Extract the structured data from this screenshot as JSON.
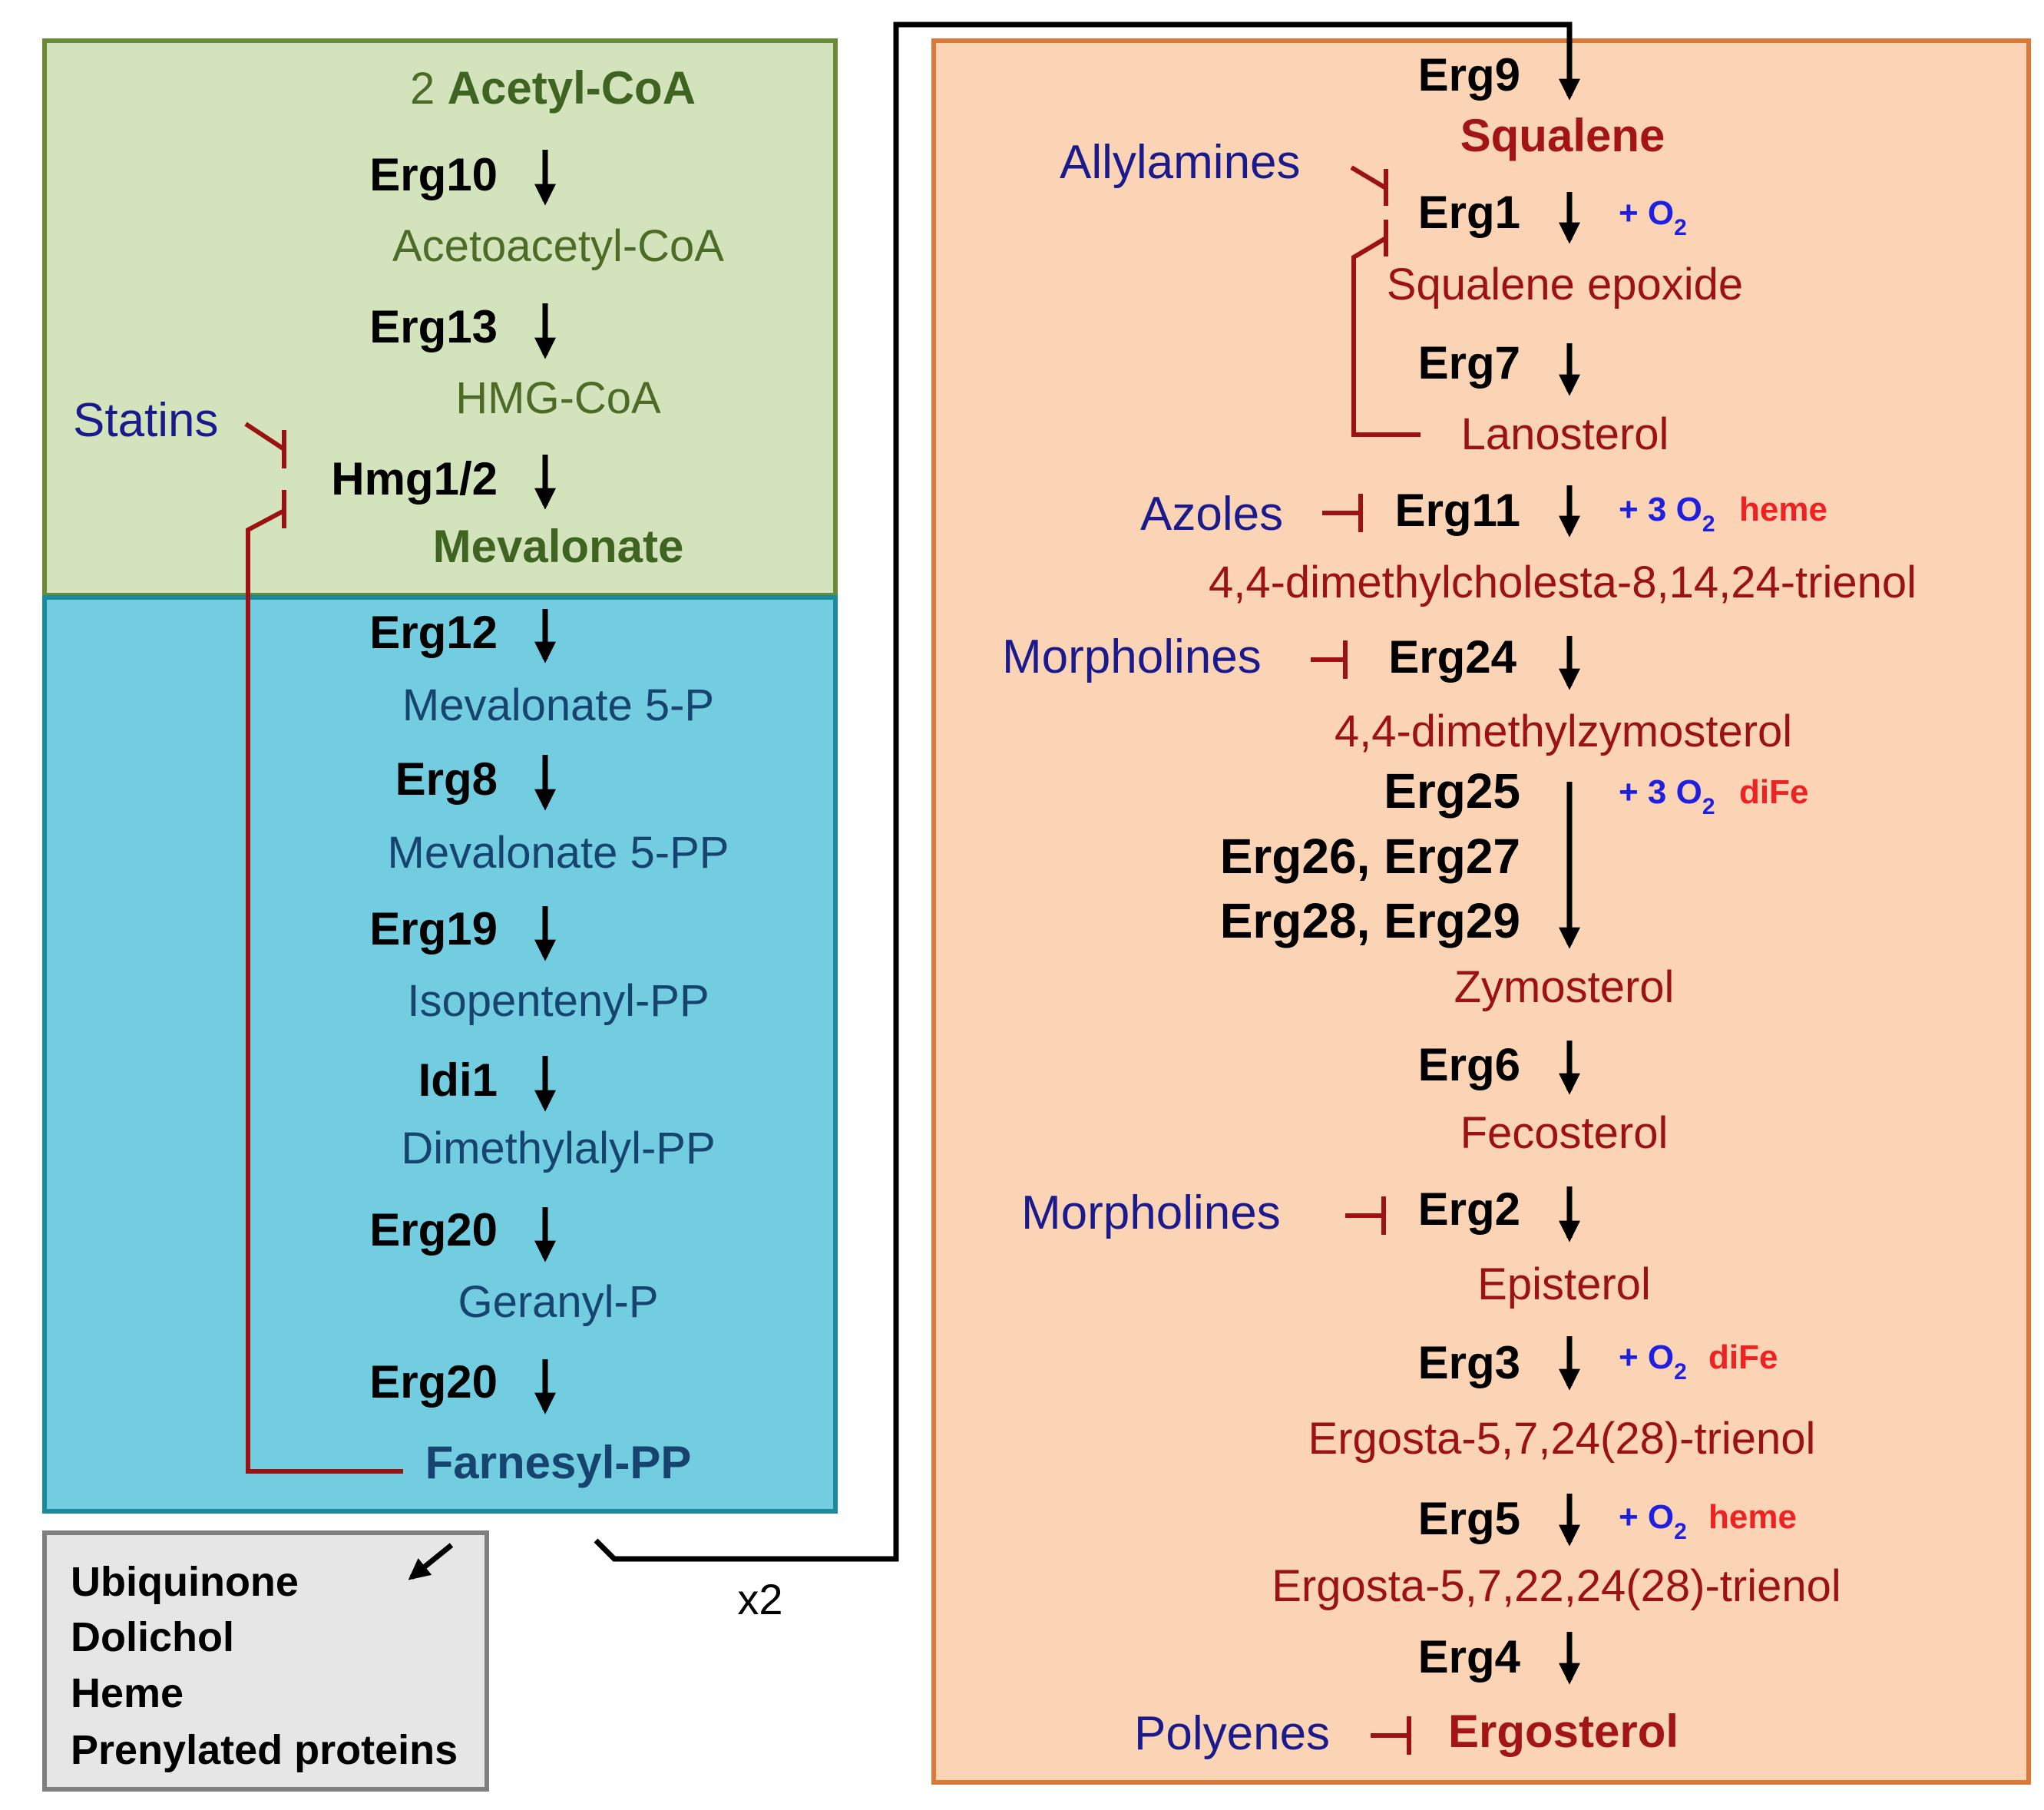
{
  "upper_mevalonate": {
    "colors": {
      "fill": "#d3e4bd",
      "border": "#6b8a35"
    },
    "substrate_count": "2",
    "substrate": "Acetyl-CoA",
    "steps": [
      {
        "enzyme": "Erg10",
        "product": "Acetoacetyl-CoA"
      },
      {
        "enzyme": "Erg13",
        "product": "HMG-CoA"
      },
      {
        "enzyme": "Hmg1/2",
        "product": "Mevalonate"
      }
    ],
    "inhibitor": "Statins"
  },
  "lower_mevalonate": {
    "colors": {
      "fill": "#72cde0",
      "border": "#1b8a9a"
    },
    "steps": [
      {
        "enzyme": "Erg12",
        "product": "Mevalonate 5-P"
      },
      {
        "enzyme": "Erg8",
        "product": "Mevalonate 5-PP"
      },
      {
        "enzyme": "Erg19",
        "product": "Isopentenyl-PP"
      },
      {
        "enzyme": "Idi1",
        "product": "Dimethylalyl-PP"
      },
      {
        "enzyme": "Erg20",
        "product": "Geranyl-P"
      },
      {
        "enzyme": "Erg20",
        "product": "Farnesyl-PP"
      }
    ]
  },
  "side_products": {
    "colors": {
      "fill": "#e6e6e6",
      "border": "#7f7f7f"
    },
    "items": [
      "Ubiquinone",
      "Dolichol",
      "Heme",
      "Prenylated proteins"
    ]
  },
  "connector": {
    "multiplier": "x2"
  },
  "ergosterol_pathway": {
    "colors": {
      "fill": "#fbd3b5",
      "border": "#d97a3a"
    },
    "first_enzyme": "Erg9",
    "first_product": "Squalene",
    "erg1": "Erg1",
    "erg1_cofactor": "+ O",
    "erg1_cofactor_sub": "2",
    "squalene_epoxide": "Squalene epoxide",
    "erg7": "Erg7",
    "lanosterol": "Lanosterol",
    "erg11": "Erg11",
    "erg11_cofactor": "+ 3 O",
    "erg11_cofactor_sub": "2",
    "erg11_metal": "heme",
    "trienol": "4,4-dimethylcholesta-8,14,24-trienol",
    "erg24": "Erg24",
    "dimethylzymosterol": "4,4-dimethylzymosterol",
    "erg25": "Erg25",
    "erg25_cofactor": "+ 3 O",
    "erg25_cofactor_sub": "2",
    "erg25_metal": "diFe",
    "erg26_27": "Erg26, Erg27",
    "erg28_29": "Erg28, Erg29",
    "zymosterol": "Zymosterol",
    "erg6": "Erg6",
    "fecosterol": "Fecosterol",
    "erg2": "Erg2",
    "episterol": "Episterol",
    "erg3": "Erg3",
    "erg3_cofactor": "+ O",
    "erg3_cofactor_sub": "2",
    "erg3_metal": "diFe",
    "ergosta_trienol": "Ergosta-5,7,24(28)-trienol",
    "erg5": "Erg5",
    "erg5_cofactor": "+ O",
    "erg5_cofactor_sub": "2",
    "erg5_metal": "heme",
    "ergosta_tetraenol": "Ergosta-5,7,22,24(28)-trienol",
    "erg4": "Erg4",
    "final_product": "Ergosterol"
  },
  "inhibitors": {
    "allylamines": "Allylamines",
    "azoles": "Azoles",
    "morpholines_erg24": "Morpholines",
    "morpholines_erg2": "Morpholines",
    "polyenes": "Polyenes"
  },
  "colors": {
    "arrow": "#000000",
    "inhibition": "#9c1212",
    "drug_text": "#1a1a8c",
    "cofactor_text": "#1f1fe0",
    "metal_text": "#ee2222"
  }
}
